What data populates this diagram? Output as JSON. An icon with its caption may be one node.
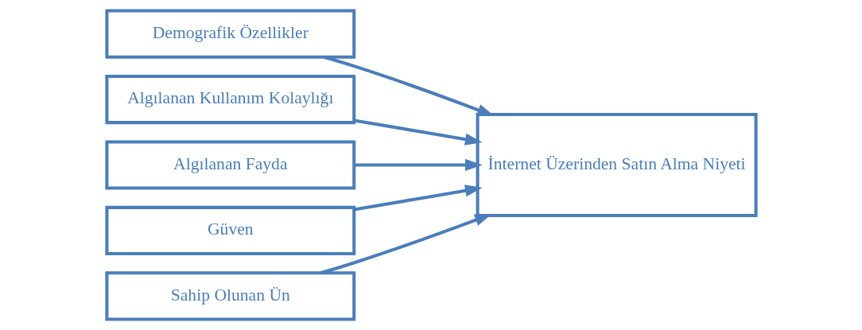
{
  "diagram": {
    "nodes": [
      {
        "text": [
          "Demografik Özellikler"
        ]
      },
      {
        "text": [
          "Algılanan Kullanım Kolaylığı"
        ]
      },
      {
        "text": [
          "Algılanan Fayda"
        ]
      },
      {
        "text": [
          "Güven"
        ]
      },
      {
        "text": [
          "Sahip Olunan Ün"
        ]
      },
      {
        "text": [
          "İnternet Üzerinden Satın Alma Niyeti"
        ]
      }
    ],
    "edges": [
      {
        "from": 0,
        "to": 5,
        "arrow": "to"
      },
      {
        "from": 1,
        "to": 5,
        "arrow": "to"
      },
      {
        "from": 2,
        "to": 5,
        "arrow": "to"
      },
      {
        "from": 3,
        "to": 5,
        "arrow": "to"
      },
      {
        "from": 4,
        "to": 5,
        "arrow": "to"
      }
    ]
  }
}
